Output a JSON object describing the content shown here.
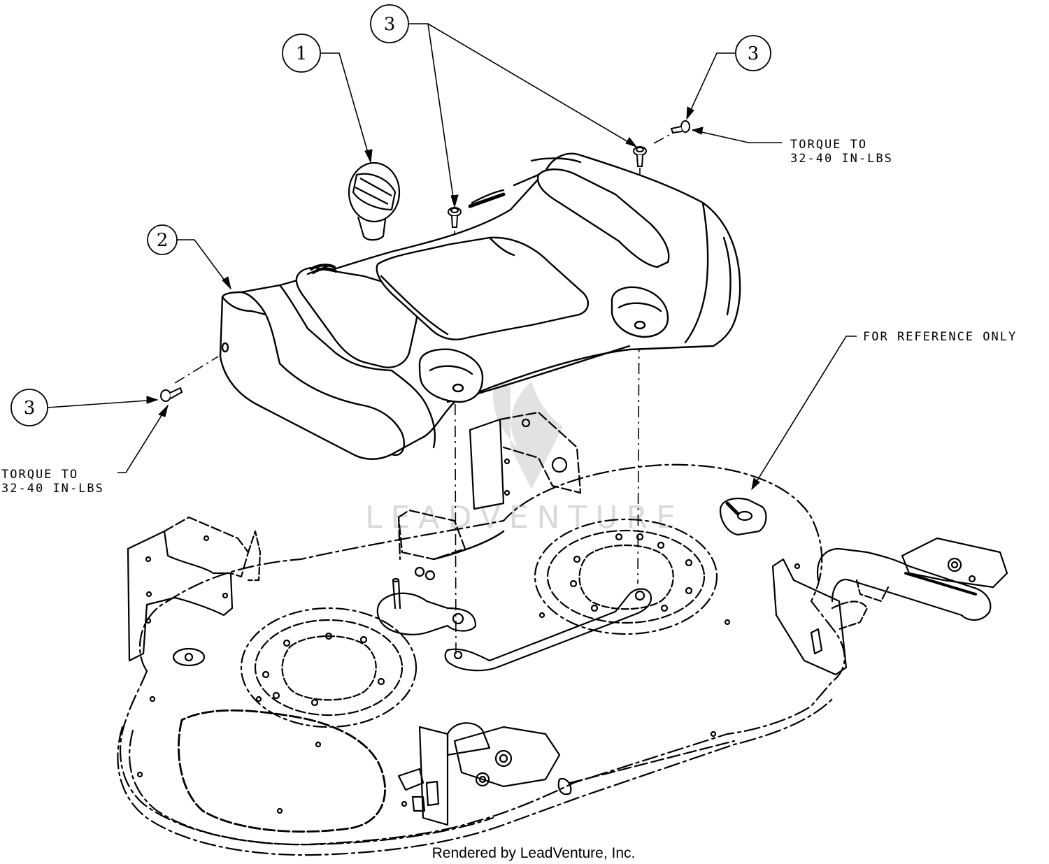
{
  "callouts": [
    {
      "label": "1"
    },
    {
      "label": "2"
    },
    {
      "label": "3"
    },
    {
      "label": "3"
    },
    {
      "label": "3"
    }
  ],
  "notes": {
    "torque_right_line1": "TORQUE TO",
    "torque_right_line2": "32-40 IN-LBS",
    "torque_left_line1": "TORQUE TO",
    "torque_left_line2": "32-40 IN-LBS",
    "reference": "FOR REFERENCE ONLY"
  },
  "watermark": "LEADVENTURE",
  "footer": "Rendered by LeadVenture, Inc.",
  "colors": {
    "line": "#000000",
    "background": "#ffffff",
    "watermark": "#d6d6d6"
  }
}
